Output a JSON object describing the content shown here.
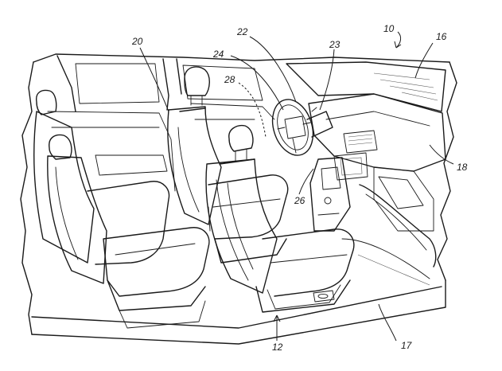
{
  "figure": {
    "reference_numerals": [
      {
        "key": "n10",
        "text": "10",
        "part": "vehicle"
      },
      {
        "key": "n12",
        "text": "12",
        "part": "floor"
      },
      {
        "key": "n16",
        "text": "16",
        "part": "windshield"
      },
      {
        "key": "n17",
        "text": "17",
        "part": "footwell"
      },
      {
        "key": "n18",
        "text": "18",
        "part": "dashboard"
      },
      {
        "key": "n20",
        "text": "20",
        "part": "front-seat"
      },
      {
        "key": "n22",
        "text": "22",
        "part": "steering-wheel"
      },
      {
        "key": "n23",
        "text": "23",
        "part": "steering-column"
      },
      {
        "key": "n24",
        "text": "24",
        "part": "driver-area"
      },
      {
        "key": "n26",
        "text": "26",
        "part": "console"
      },
      {
        "key": "n28",
        "text": "28",
        "part": "driver-seat"
      }
    ]
  }
}
